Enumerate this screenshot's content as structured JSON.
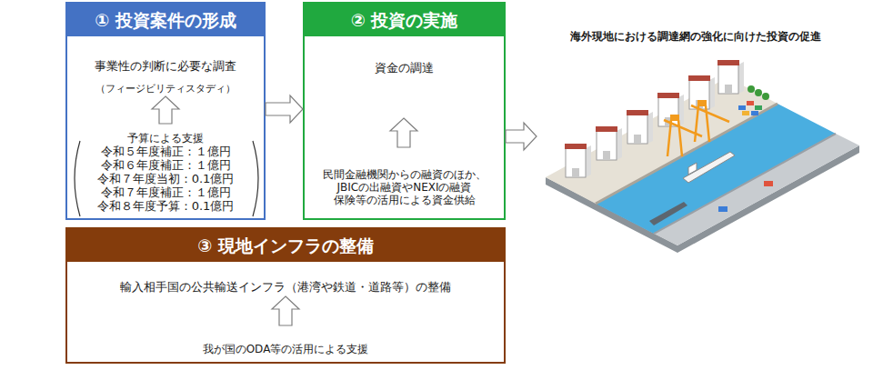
{
  "diagram": {
    "nodes": [
      {
        "text": [
          "① 投資案件の形成",
          "事業性の判断に必要な調査",
          "（フィージビリティスタディ）",
          "予算による支援",
          "令和５年度補正：１億円",
          "令和６年度補正：１億円",
          "令和７年度当初：0.1億円",
          "令和７年度補正：１億円",
          "令和８年度予算：0.1億円"
        ]
      },
      {
        "text": [
          "② 投資の実施",
          "資金の調達",
          "民間金融機関からの融資のほか、 JBICの出融資やNEXIの融資 保険等の活用による資金供給"
        ]
      },
      {
        "text": [
          "海外現地における調達網の強化に向けた投資の促進"
        ]
      },
      {
        "text": [
          "③ 現地インフラの整備",
          "輸入相手国の公共輸送インフラ（港湾や鉄道・道路等）の整備",
          "我が国のODA等の活用による支援"
        ]
      }
    ],
    "edges": [
      {
        "from": 0,
        "to": 1,
        "arrow": "to"
      },
      {
        "from": 1,
        "to": 2,
        "arrow": "to"
      }
    ]
  }
}
